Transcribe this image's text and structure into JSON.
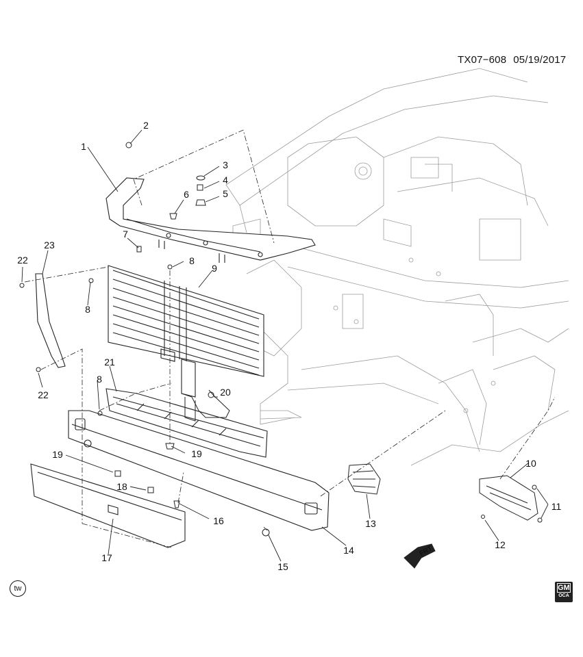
{
  "header": {
    "code": "TX07−608",
    "date": "05/19/2017"
  },
  "callouts": [
    {
      "label": "1"
    },
    {
      "label": "2"
    },
    {
      "label": "3"
    },
    {
      "label": "4"
    },
    {
      "label": "5"
    },
    {
      "label": "6"
    },
    {
      "label": "7"
    },
    {
      "label": "8"
    },
    {
      "label": "9"
    },
    {
      "label": "8"
    },
    {
      "label": "22"
    },
    {
      "label": "23"
    },
    {
      "label": "22"
    },
    {
      "label": "21"
    },
    {
      "label": "8"
    },
    {
      "label": "20"
    },
    {
      "label": "19"
    },
    {
      "label": "19"
    },
    {
      "label": "18"
    },
    {
      "label": "16"
    },
    {
      "label": "17"
    },
    {
      "label": "15"
    },
    {
      "label": "14"
    },
    {
      "label": "13"
    },
    {
      "label": "10"
    },
    {
      "label": "11"
    },
    {
      "label": "12"
    }
  ],
  "front_arrow": "FRT",
  "badge_tw": "tw",
  "logo": {
    "main": "GM",
    "sub": "OCA"
  }
}
